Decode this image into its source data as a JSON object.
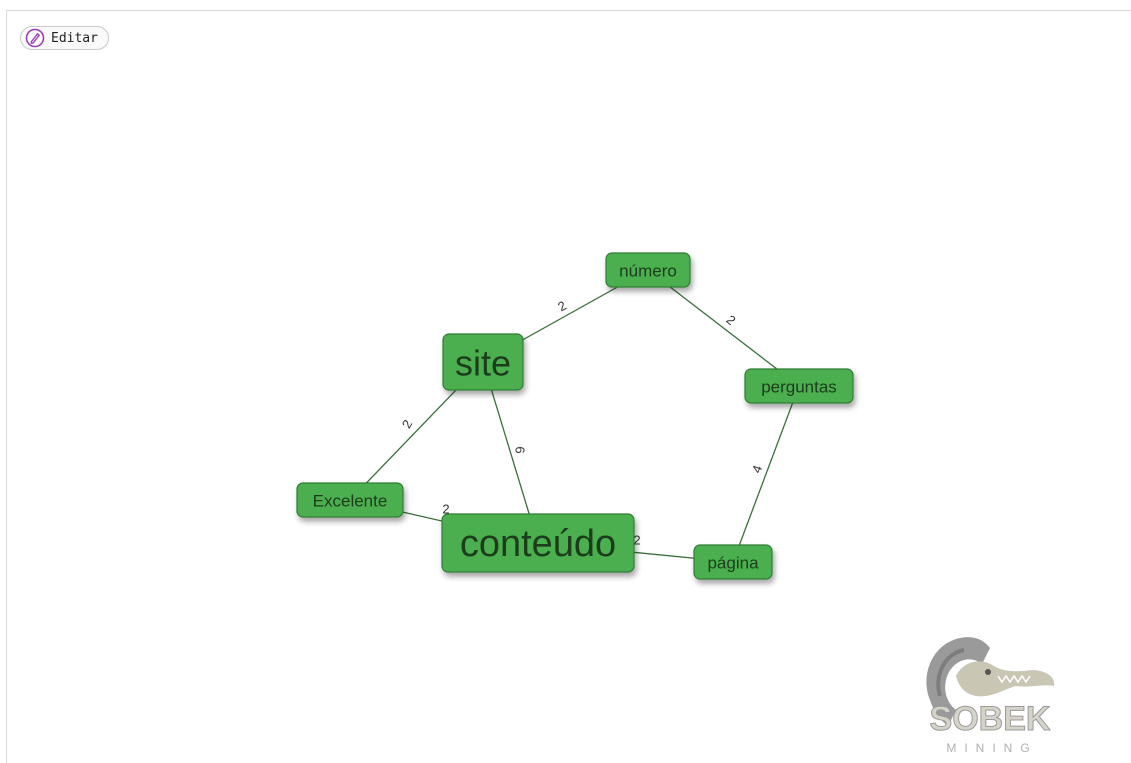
{
  "toolbar": {
    "edit_label": "Editar"
  },
  "graph": {
    "nodes": [
      {
        "id": "numero",
        "label": "número",
        "size": "small"
      },
      {
        "id": "site",
        "label": "site",
        "size": "large"
      },
      {
        "id": "perguntas",
        "label": "perguntas",
        "size": "small"
      },
      {
        "id": "excelente",
        "label": "Excelente",
        "size": "small"
      },
      {
        "id": "conteudo",
        "label": "conteúdo",
        "size": "xlarge"
      },
      {
        "id": "pagina",
        "label": "página",
        "size": "small"
      }
    ],
    "edges": [
      {
        "from": "site",
        "to": "numero",
        "weight": "2"
      },
      {
        "from": "numero",
        "to": "perguntas",
        "weight": "2"
      },
      {
        "from": "site",
        "to": "excelente",
        "weight": "2"
      },
      {
        "from": "site",
        "to": "conteudo",
        "weight": "6"
      },
      {
        "from": "perguntas",
        "to": "pagina",
        "weight": "4"
      },
      {
        "from": "excelente",
        "to": "conteudo",
        "weight": "2"
      },
      {
        "from": "conteudo",
        "to": "pagina",
        "weight": "2"
      }
    ],
    "node_color": "#4caf50"
  },
  "logo": {
    "text": "SOBEK",
    "subtext": "MINING"
  }
}
